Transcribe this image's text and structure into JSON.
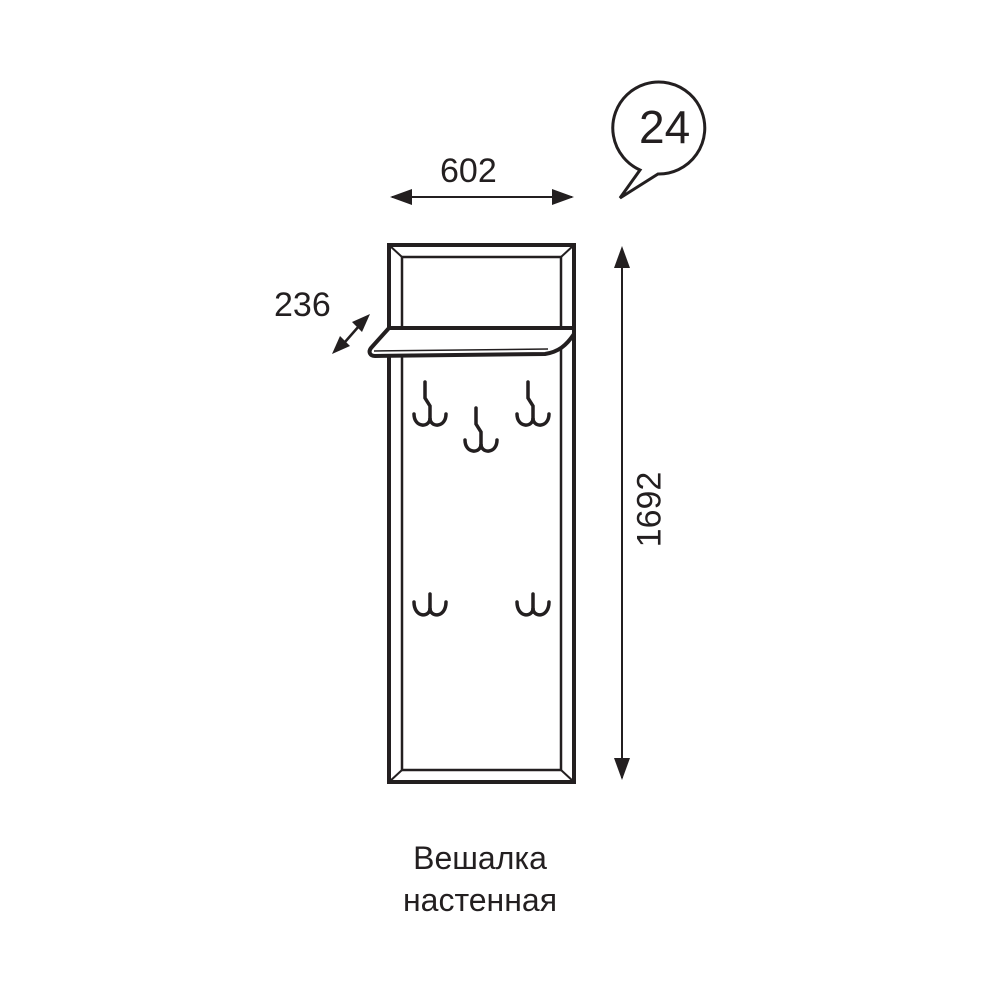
{
  "diagram": {
    "item_number": "24",
    "dimensions": {
      "width": "602",
      "depth": "236",
      "height": "1692"
    },
    "caption": {
      "line1": "Вешалка",
      "line2": "настенная"
    },
    "parts": {
      "frame": "wall-panel-frame",
      "shelf": "top-shelf",
      "hooks_upper": 3,
      "hooks_lower": 2
    },
    "colors": {
      "stroke": "#231f20",
      "background": "#ffffff"
    }
  }
}
